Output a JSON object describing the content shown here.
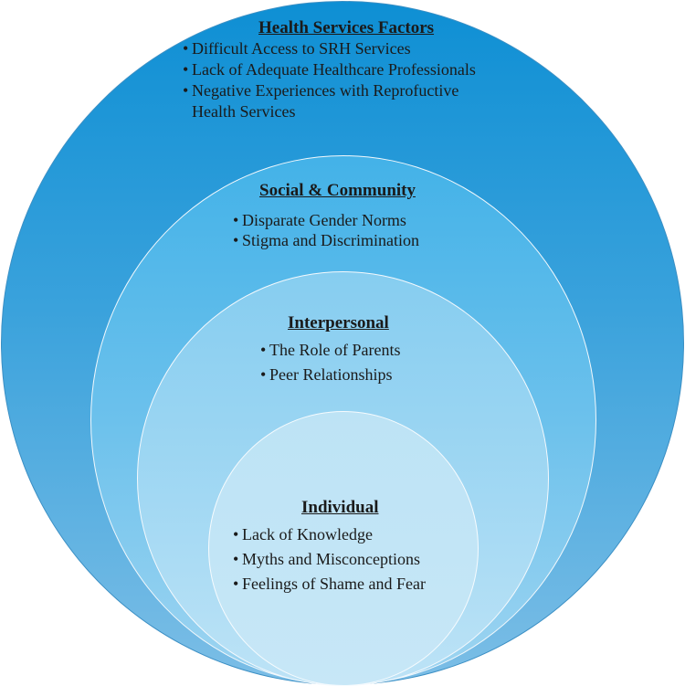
{
  "layers": {
    "health": {
      "title": "Health Services Factors",
      "items": [
        "Difficult Access to SRH Services",
        "Lack of Adequate Healthcare Professionals",
        "Negative Experiences with Reprofuctive",
        "Health Services"
      ]
    },
    "social": {
      "title": "Social & Community",
      "items": [
        "Disparate Gender Norms",
        "Stigma and Discrimination"
      ]
    },
    "interpersonal": {
      "title": "Interpersonal",
      "items": [
        "The Role of Parents",
        "Peer Relationships"
      ]
    },
    "individual": {
      "title": "Individual",
      "items": [
        "Lack of Knowledge",
        "Myths and Misconceptions",
        "Feelings of Shame and Fear"
      ]
    }
  },
  "bullet_glyph": "•",
  "colors": {
    "outer": "#0e8fd4",
    "social": "#43b2e8",
    "interpersonal": "#86cdf0",
    "individual": "#bde3f5",
    "ring_border": "#f2f8fc",
    "text": "#1a1a1a"
  }
}
